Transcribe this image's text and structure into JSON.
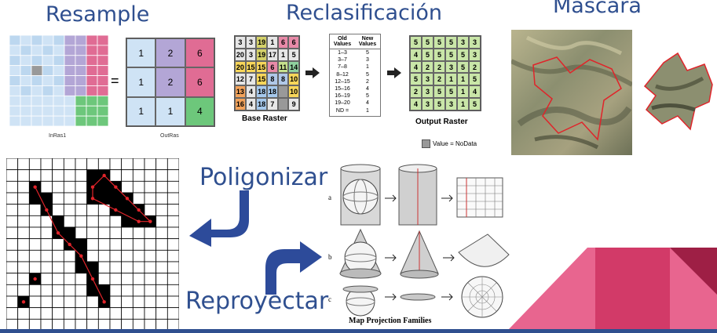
{
  "titles": {
    "resample": "Resample",
    "reclass": "Reclasificación",
    "mask": "Máscara",
    "polygonize": "Poligonizar",
    "reproject": "Reproyectar"
  },
  "resample": {
    "equals": "=",
    "inras_label": "InRas1",
    "outras_label": "OutRas",
    "outras_values": [
      "1",
      "2",
      "6",
      "1",
      "2",
      "6",
      "1",
      "1",
      "4"
    ],
    "outras_colors": [
      "#cfe3f5",
      "#b3a6d6",
      "#e06c94",
      "#cfe3f5",
      "#b3a6d6",
      "#e06c94",
      "#cfe3f5",
      "#cfe3f5",
      "#6dc77b"
    ]
  },
  "reclass": {
    "base_values": [
      "3",
      "3",
      "19",
      "1",
      "6",
      "6",
      "20",
      "3",
      "19",
      "17",
      "1",
      "5",
      "20",
      "15",
      "15",
      "6",
      "11",
      "14",
      "12",
      "7",
      "15",
      "8",
      "8",
      "10",
      "13",
      "4",
      "18",
      "18",
      "",
      "10",
      "16",
      "4",
      "18",
      "7",
      "",
      "9"
    ],
    "base_colors": [
      "#e6e6e6",
      "#e6e6e6",
      "#d4d16a",
      "#e6e6e6",
      "#e88aa8",
      "#e88aa8",
      "#e6e6e6",
      "#e6e6e6",
      "#d4d16a",
      "#e6e6e6",
      "#e6e6e6",
      "#e6e6e6",
      "#f7d65a",
      "#f7d65a",
      "#f7d65a",
      "#e88aa8",
      "#c5e08c",
      "#8fd19e",
      "#e6e6e6",
      "#e6e6e6",
      "#f7d65a",
      "#b0c8e8",
      "#b0c8e8",
      "#f7d65a",
      "#f2a25a",
      "#e6e6e6",
      "#a5c8ec",
      "#a5c8ec",
      "#999999",
      "#f7d65a",
      "#f2a25a",
      "#e6e6e6",
      "#a5c8ec",
      "#e6e6e6",
      "#999999",
      "#e6e6e6"
    ],
    "base_label": "Base Raster",
    "table_headers": [
      "Old Values",
      "New Values"
    ],
    "table_rows": [
      [
        "1–3",
        "5"
      ],
      [
        "3–7",
        "3"
      ],
      [
        "7–8",
        "1"
      ],
      [
        "8–12",
        "5"
      ],
      [
        "12–15",
        "2"
      ],
      [
        "15–16",
        "4"
      ],
      [
        "16–19",
        "5"
      ],
      [
        "19–20",
        "4"
      ],
      [
        "ND =",
        "1"
      ]
    ],
    "output_values": [
      "5",
      "5",
      "5",
      "5",
      "3",
      "3",
      "4",
      "5",
      "5",
      "5",
      "5",
      "3",
      "4",
      "2",
      "2",
      "3",
      "5",
      "2",
      "5",
      "3",
      "2",
      "1",
      "1",
      "5",
      "2",
      "3",
      "5",
      "5",
      "1",
      "4",
      "4",
      "3",
      "5",
      "3",
      "1",
      "5"
    ],
    "output_label": "Output Raster",
    "legend": "Value = NoData"
  },
  "projection": {
    "title": "Map Projection Families",
    "labels": [
      "a",
      "b",
      "c"
    ]
  }
}
